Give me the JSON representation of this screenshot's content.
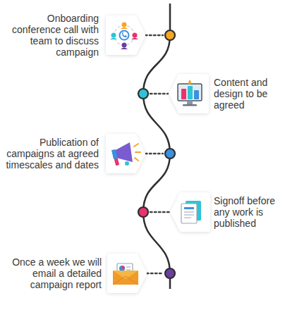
{
  "diagram": {
    "labels": [
      "Onboarding conference call with team to discuss campaign",
      "Content and design to be agreed",
      "Publication of campaigns at agreed timescales and dates",
      "Signoff before any work is published",
      "Once a week we will email a detailed campaign report"
    ]
  }
}
